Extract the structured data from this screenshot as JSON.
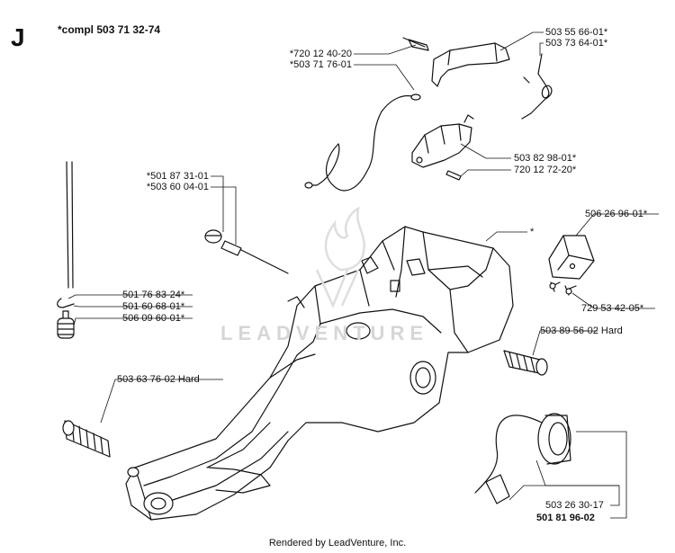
{
  "section_letter": "J",
  "header_title": "*compl 503 71 32-74",
  "watermark": "LEADVENTURE",
  "footer_text": "Rendered by LeadVenture, Inc.",
  "labels": {
    "p1": "503 55 66-01*",
    "p2": "503 73 64-01*",
    "p3": "*720 12 40-20",
    "p4": "*503 71 76-01",
    "p5": "503 82 98-01*",
    "p6": "720 12 72-20*",
    "p7": "*501 87 31-01",
    "p8": "*503 60 04-01",
    "p9": "506 26 96-01*",
    "p10": "*",
    "p11": "729 53 42-05*",
    "p12": "501 76 83-24*",
    "p13": "501 60 68-01*",
    "p14": "506 09 60-01*",
    "p15": "503 89 56-02 Hard",
    "p16": "503 63 76-02 Hard",
    "p17": "503 26 30-17",
    "p18": "501 81 96-02"
  }
}
